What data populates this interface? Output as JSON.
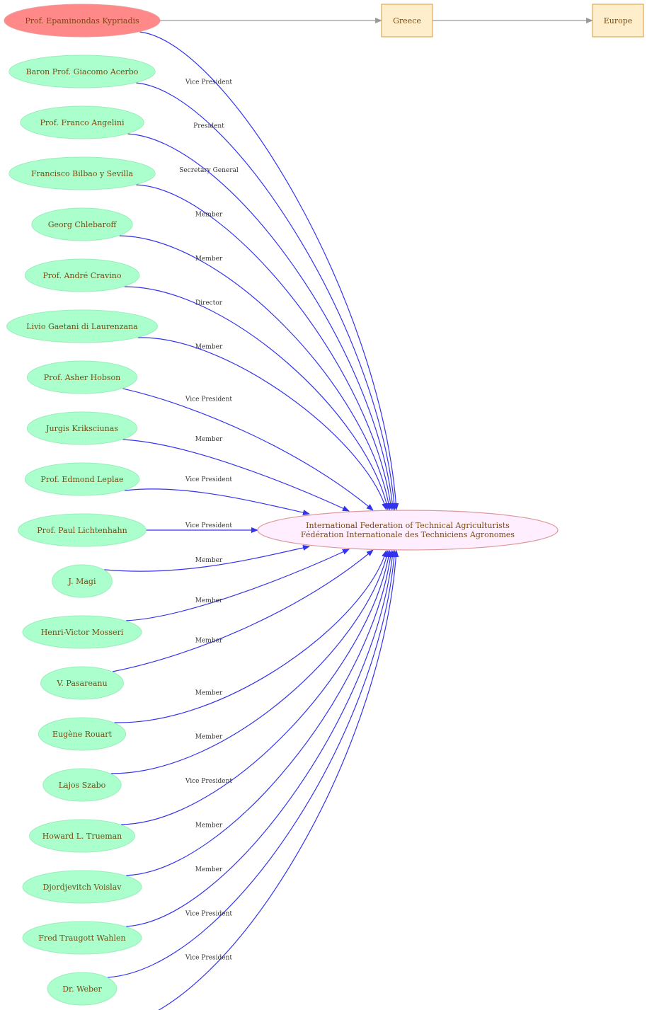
{
  "colors": {
    "person_fill": "#aaffcc",
    "highlight_fill": "#ff8888",
    "org_fill": "#ffeeff",
    "org_stroke": "#dd9999",
    "place_fill": "#ffeecc",
    "place_stroke": "#ddaa55",
    "edge_blue": "#3333ee",
    "edge_gray": "#999999",
    "text": "#7a4a10"
  },
  "highlight": {
    "label": "Prof. Epaminondas Kypriadis",
    "role": "Vice President"
  },
  "places": [
    {
      "label": "Greece"
    },
    {
      "label": "Europe"
    }
  ],
  "organization": {
    "line1": "International Federation of Technical Agriculturists",
    "line2": "Fédération Internationale des Techniciens Agronomes"
  },
  "people": [
    {
      "label": "Baron Prof. Giacomo Acerbo",
      "role": "President"
    },
    {
      "label": "Prof. Franco Angelini",
      "role": "Secretary General"
    },
    {
      "label": "Francisco Bilbao y Sevilla",
      "role": "Member"
    },
    {
      "label": "Georg Chlebaroff",
      "role": "Member"
    },
    {
      "label": "Prof. André Cravino",
      "role": "Director"
    },
    {
      "label": "Livio Gaetani di Laurenzana",
      "role": "Member"
    },
    {
      "label": "Prof. Asher Hobson",
      "role": "Vice President"
    },
    {
      "label": "Jurgis Kriksciunas",
      "role": "Member"
    },
    {
      "label": "Prof. Edmond Leplae",
      "role": "Vice President"
    },
    {
      "label": "Prof. Paul Lichtenhahn",
      "role": "Vice President"
    },
    {
      "label": "J. Magi",
      "role": "Member"
    },
    {
      "label": "Henri-Victor Mosseri",
      "role": "Member"
    },
    {
      "label": "V. Pasareanu",
      "role": "Member"
    },
    {
      "label": "Eugène Rouart",
      "role": "Member"
    },
    {
      "label": "Lajos Szabo",
      "role": "Member"
    },
    {
      "label": "Howard L. Trueman",
      "role": "Vice President"
    },
    {
      "label": "Djordjevitch Voislav",
      "role": "Member"
    },
    {
      "label": "Fred Traugott Wahlen",
      "role": "Member"
    },
    {
      "label": "Dr. Weber",
      "role": "Vice President"
    },
    {
      "label": "",
      "role": "Vice President"
    }
  ]
}
